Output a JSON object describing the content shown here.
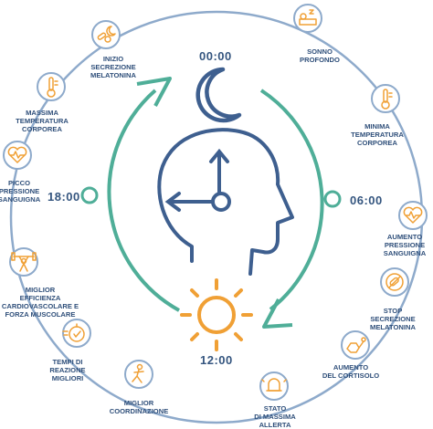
{
  "times": {
    "midnight": "00:00",
    "morning": "06:00",
    "noon": "12:00",
    "evening": "18:00"
  },
  "events": [
    {
      "text": "SONNO\nPROFONDO",
      "icon": "sleeping-person-icon"
    },
    {
      "text": "MINIMA\nTEMPERATURA\nCORPOREA",
      "icon": "thermometer-low-icon"
    },
    {
      "text": "AUMENTO\nPRESSIONE\nSANGUIGNA",
      "icon": "heart-pressure-up-icon"
    },
    {
      "text": "STOP\nSECREZIONE\nMELATONINA",
      "icon": "no-pills-icon"
    },
    {
      "text": "AUMENTO\nDEL CORTISOLO",
      "icon": "molecule-icon"
    },
    {
      "text": "STATO\nDI MASSIMA\nALLERTA",
      "icon": "alarm-bell-icon"
    },
    {
      "text": "MIGLIOR\nCOORDINAZIONE",
      "icon": "runner-icon"
    },
    {
      "text": "TEMPI DI\nREAZIONE\nMIGLIORI",
      "icon": "stopwatch-icon"
    },
    {
      "text": "MIGLIOR\nEFFICIENZA\nCARDIOVASCOLARE E\nFORZA MUSCOLARE",
      "icon": "weightlifter-icon"
    },
    {
      "text": "PICCO\nPRESSIONE\nSANGUIGNA",
      "icon": "heart-pressure-peak-icon"
    },
    {
      "text": "MASSIMA\nTEMPERATURA\nCORPOREA",
      "icon": "thermometer-high-icon"
    },
    {
      "text": "INIZIO\nSECREZIONE\nMELATONINA",
      "icon": "pills-moon-icon"
    }
  ],
  "colors": {
    "ring": "#7f9fc4",
    "green": "#4fae98",
    "navy": "#3e5f8f",
    "orange": "#f0a035",
    "text": "#2f4f7a"
  }
}
